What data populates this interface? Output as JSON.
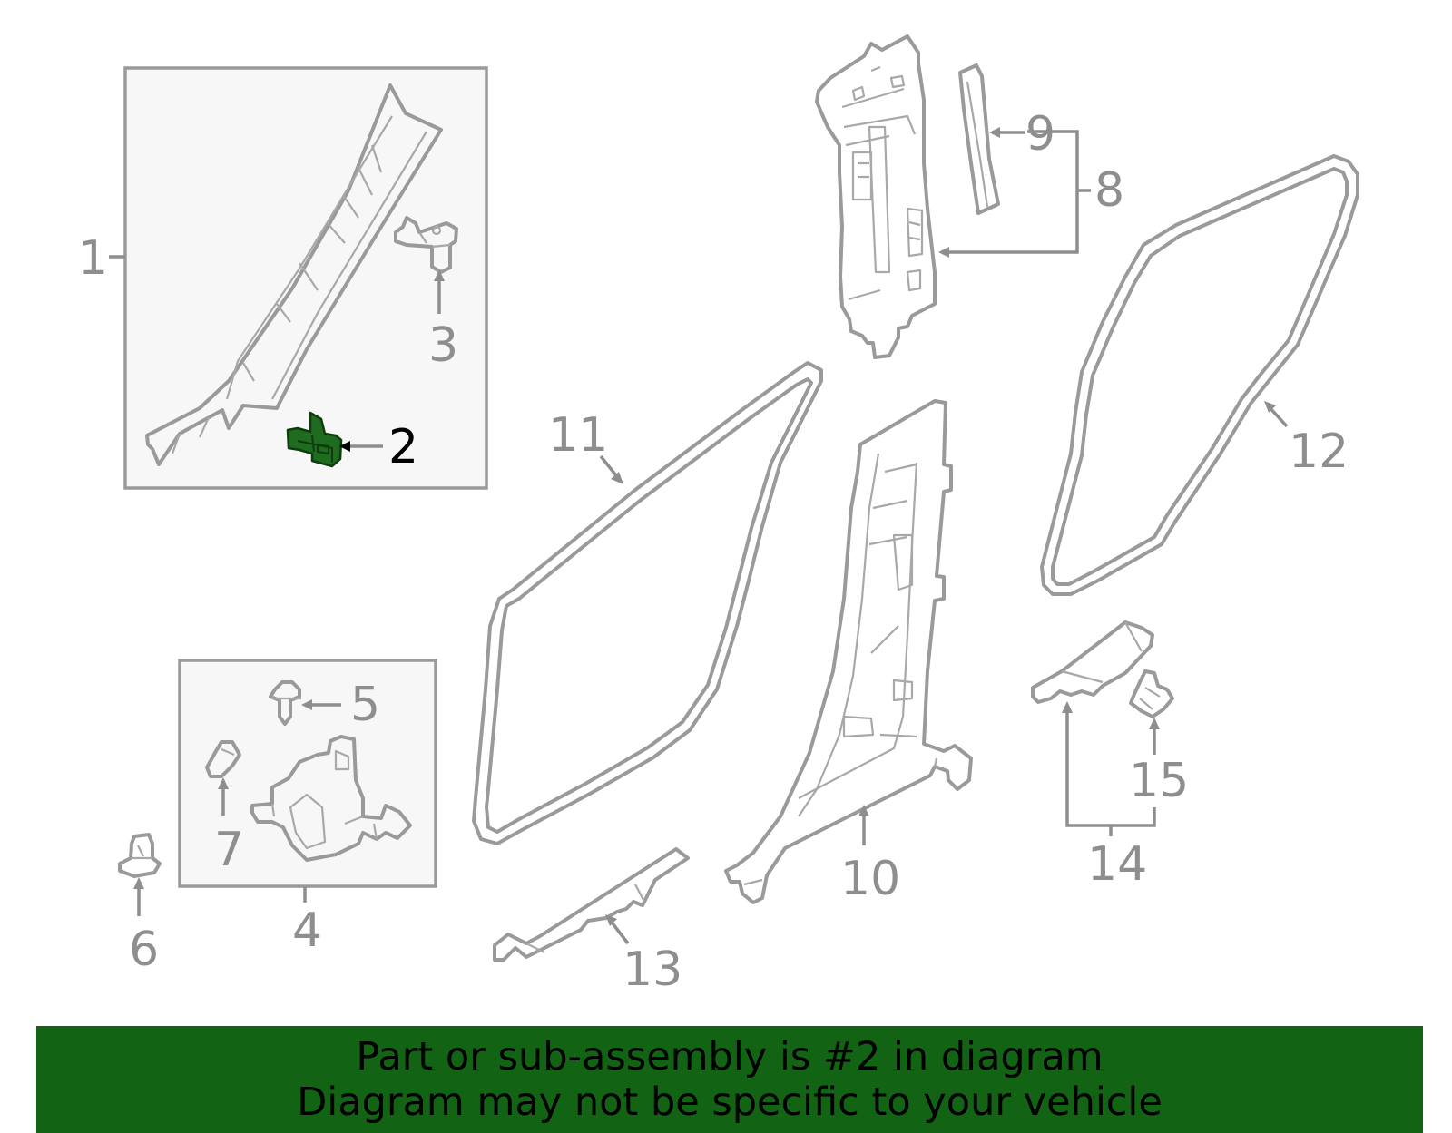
{
  "callouts": {
    "c1": "1",
    "c2": "2",
    "c3": "3",
    "c4": "4",
    "c5": "5",
    "c6": "6",
    "c7": "7",
    "c8": "8",
    "c9": "9",
    "c10": "10",
    "c11": "11",
    "c12": "12",
    "c13": "13",
    "c14": "14",
    "c15": "15"
  },
  "highlight": {
    "part": "2",
    "color": "#1f6b1f"
  },
  "banner": {
    "line1": "Part or sub-assembly is #2 in diagram",
    "line2": "Diagram may not be specific to your vehicle",
    "color": "#126314"
  }
}
